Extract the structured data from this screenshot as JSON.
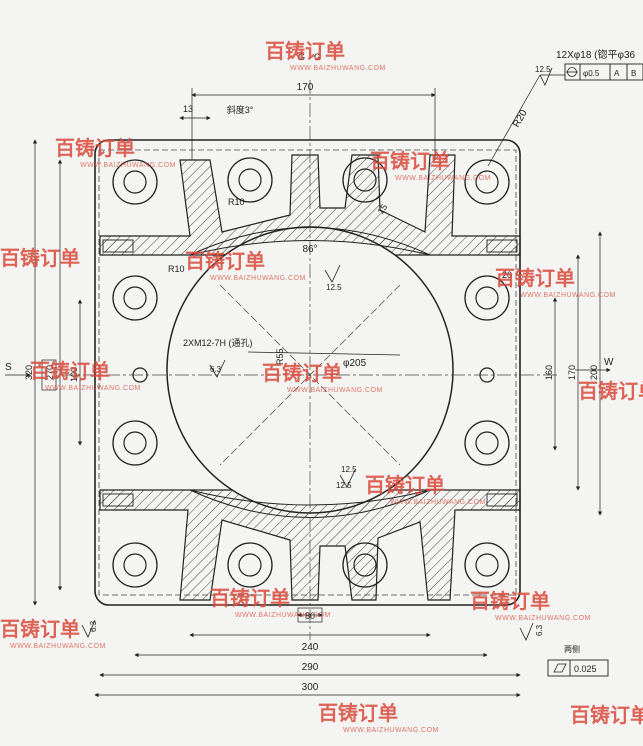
{
  "drawing": {
    "dims": {
      "w170_top": "170",
      "w13": "13",
      "draft": "斜度3°",
      "r20": "R20",
      "r10_top": "R10",
      "r10_left": "R10",
      "t15": "15",
      "angle86": "86°",
      "d205": "φ205",
      "r55": "R55",
      "w20": "20",
      "h160": "160",
      "h170_right": "170",
      "h200": "200",
      "h320": "320",
      "h270": "270",
      "h100": "100",
      "w80": "80",
      "w240": "240",
      "w290": "290",
      "w300": "300",
      "axis_w": "W",
      "axis_s": "S",
      "sec_g": "G",
      "sec_g2": "G"
    },
    "holes_callout": "12Xφ18 (锪平φ36",
    "thread_callout": "2XM12-7H (通孔)",
    "roughness": {
      "top": "12.5",
      "center": "12.5",
      "lower": "12.5",
      "thread": "6.3",
      "left": "6.3",
      "right": "6.3",
      "callout": "12.5"
    },
    "fcf": {
      "position_tol": "φ0.5",
      "datum_a": "A",
      "datum_b": "B",
      "flat_label": "两侧",
      "flatness_tol": "0.025"
    }
  },
  "watermarks": {
    "brand": "百铸订单",
    "url": "WWW.BAIZHUWANG.COM"
  }
}
